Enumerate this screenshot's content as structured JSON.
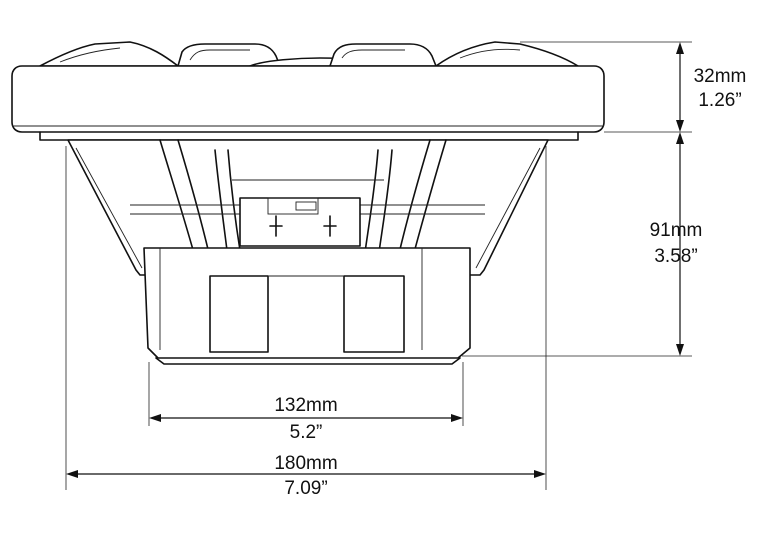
{
  "dimensions": {
    "mounting_depth": {
      "metric": "91mm",
      "imperial": "3.58”"
    },
    "top_height": {
      "metric": "32mm",
      "imperial": "1.26”"
    },
    "magnet_width": {
      "metric": "132mm",
      "imperial": "5.2”"
    },
    "basket_width": {
      "metric": "180mm",
      "imperial": "7.09”"
    }
  }
}
